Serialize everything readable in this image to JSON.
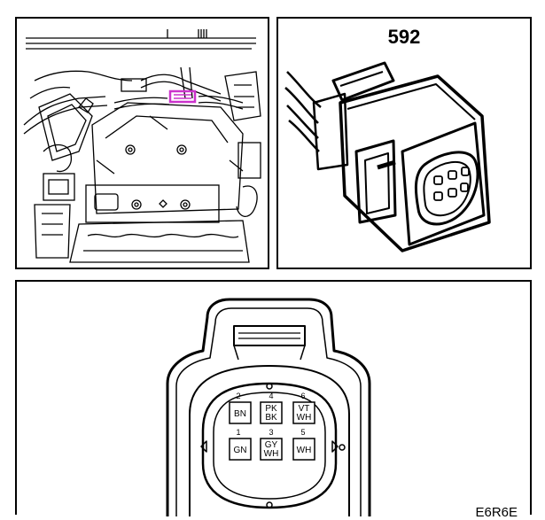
{
  "connector_number": "592",
  "figure_code": "E6R6E",
  "highlight_color": "#cc33cc",
  "pins": [
    {
      "num": "1",
      "wire": [
        "GN"
      ]
    },
    {
      "num": "2",
      "wire": [
        "BN"
      ]
    },
    {
      "num": "3",
      "wire": [
        "GY",
        "WH"
      ]
    },
    {
      "num": "4",
      "wire": [
        "PK",
        "BK"
      ]
    },
    {
      "num": "5",
      "wire": [
        "WH"
      ]
    },
    {
      "num": "6",
      "wire": [
        "VT",
        "WH"
      ]
    }
  ]
}
